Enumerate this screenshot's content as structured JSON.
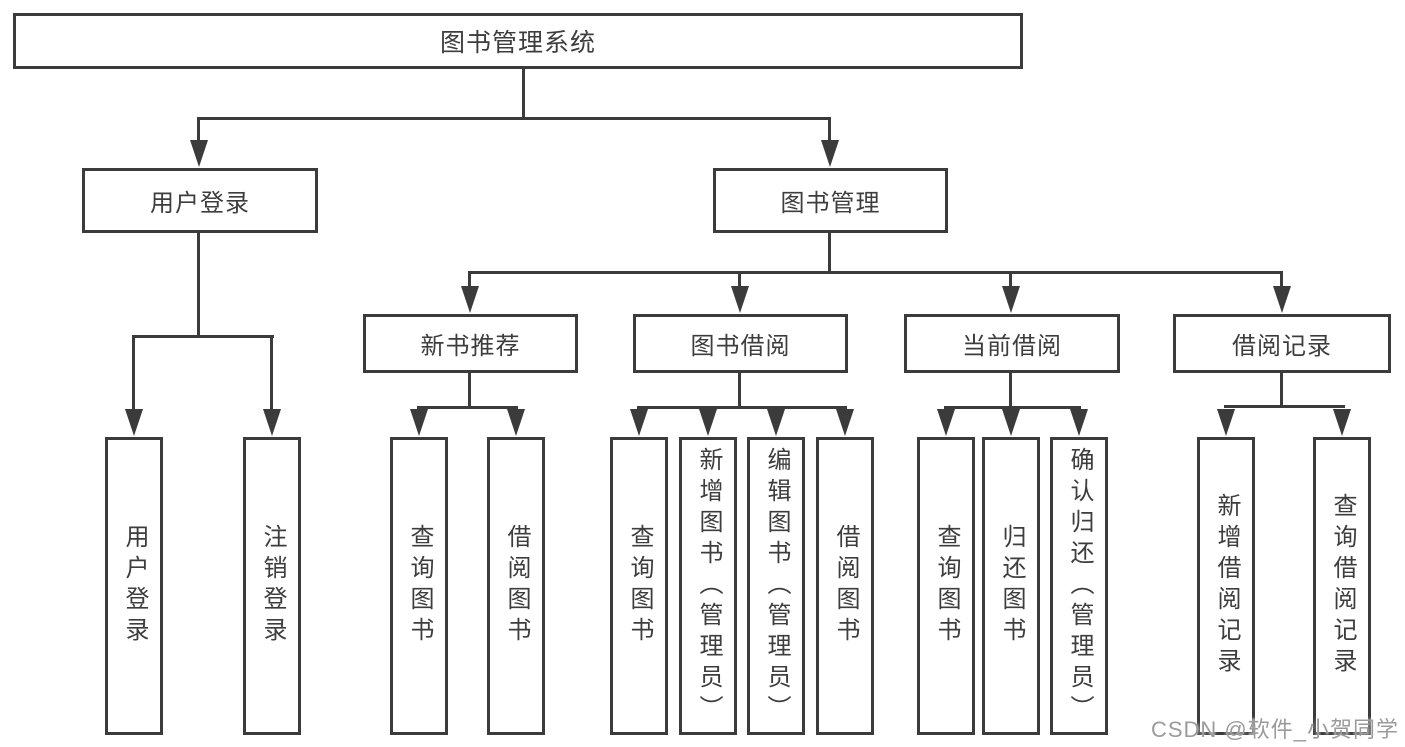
{
  "tree": {
    "root": {
      "label": "图书管理系统",
      "children": [
        {
          "label": "用户登录",
          "children": [
            {
              "label": "用户登录"
            },
            {
              "label": "注销登录"
            }
          ]
        },
        {
          "label": "图书管理",
          "children": [
            {
              "label": "新书推荐",
              "children": [
                {
                  "label": "查询图书"
                },
                {
                  "label": "借阅图书"
                }
              ]
            },
            {
              "label": "图书借阅",
              "children": [
                {
                  "label": "查询图书"
                },
                {
                  "label": "新增图书（管理员）"
                },
                {
                  "label": "编辑图书（管理员）"
                },
                {
                  "label": "借阅图书"
                }
              ]
            },
            {
              "label": "当前借阅",
              "children": [
                {
                  "label": "查询图书"
                },
                {
                  "label": "归还图书"
                },
                {
                  "label": "确认归还（管理员）"
                }
              ]
            },
            {
              "label": "借阅记录",
              "children": [
                {
                  "label": "新增借阅记录"
                },
                {
                  "label": "查询借阅记录"
                }
              ]
            }
          ]
        }
      ]
    }
  },
  "watermark": {
    "text": "CSDN @软件_小贺同学"
  },
  "colors": {
    "line": "#3b3b3b",
    "text": "#3d3d3d",
    "box_background": "#ffffff",
    "watermark": "#9b9b9b"
  }
}
